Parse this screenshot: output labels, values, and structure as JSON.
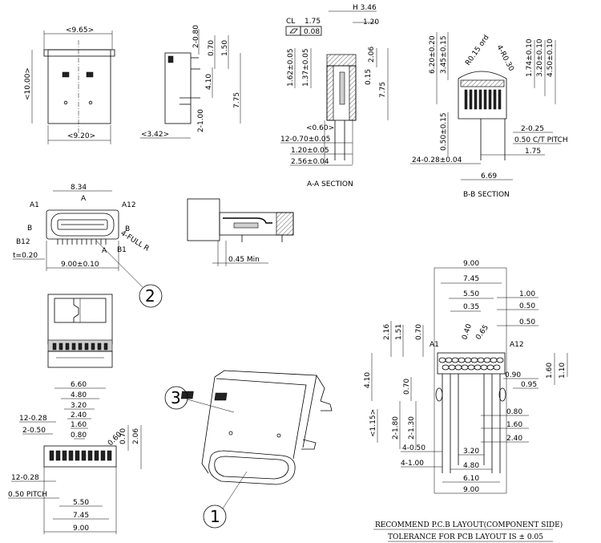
{
  "top_view": {
    "width_top": "<9.65>",
    "height": "<10.00>",
    "width_bottom": "<9.20>"
  },
  "side_view": {
    "d1": "2-0.80",
    "d2": "0.70",
    "d3": "1.50",
    "d4": "4.10",
    "d5": "7.75",
    "d6": "2-1.00",
    "thickness": "<3.42>"
  },
  "section_aa": {
    "h": "H 3.46",
    "cl": "CL",
    "cl_val": "1.75",
    "flatness": "0.08",
    "d120": "1.20",
    "v1": "1.62±0.05",
    "v2": "1.37±0.05",
    "v3": "2.06",
    "v4": "0.15",
    "v5": "7.75",
    "w1": "<0.60>",
    "w2": "12-0.70±0.05",
    "w3": "1.20±0.05",
    "w4": "2.56±0.04",
    "caption": "A-A SECTION"
  },
  "section_bb": {
    "v1": "6.20±0.20",
    "v2": "3.45±0.15",
    "r": "R0.15 ord",
    "r2": "4-R0.30",
    "v3": "1.74±0.10",
    "v4": "3.20±0.10",
    "v5": "4.50±0.10",
    "v6": "0.50±0.15",
    "d1": "2-0.25",
    "pitch": "0.50 C/T PITCH",
    "d2": "1.75",
    "d3": "24-0.28±0.04",
    "d4": "6.69",
    "caption": "B-B SECTION"
  },
  "front_view": {
    "width": "8.34",
    "a_top": "A",
    "a1": "A1",
    "a12": "A12",
    "b_left": "B",
    "b_right": "B",
    "b12": "B12",
    "b1": "B1",
    "a_bottom": "A",
    "full_r": "4-FULL R",
    "t": "t=0.20",
    "w": "9.00±0.10"
  },
  "detail": {
    "min": "0.45 Min"
  },
  "bottom_view": {
    "d1": "6.60",
    "d2": "4.80",
    "d3": "3.20",
    "d4": "2.40",
    "d5": "1.60",
    "d6": "0.80",
    "d7": "12-0.28",
    "d8": "2-0.50",
    "d9": "0.60",
    "d10": "0.70",
    "d11": "2.06",
    "d12": "12-0.28",
    "pitch": "0.50 PITCH",
    "d13": "5.50",
    "d14": "7.45",
    "d15": "9.00"
  },
  "pcb": {
    "w900": "9.00",
    "w745": "7.45",
    "w550": "5.50",
    "w035": "0.35",
    "d040": "0.40",
    "d065": "0.65",
    "r100": "1.00",
    "r050a": "0.50",
    "r050b": "0.50",
    "l216": "2.16",
    "l151": "1.51",
    "l070": "0.70",
    "a1": "A1",
    "a12": "A12",
    "r160": "1.60",
    "r110": "1.10",
    "r090": "0.90",
    "r095": "0.95",
    "l410": "4.10",
    "l070b": "0.70",
    "l115": "<1.15>",
    "l180": "2-1.80",
    "l130": "2-1.30",
    "r080": "0.80",
    "r160b": "1.60",
    "r240": "2.40",
    "l450": "4-0.50",
    "l4100": "4-1.00",
    "b320": "3.20",
    "b480": "4.80",
    "b610": "6.10",
    "b900": "9.00",
    "title": "RECOMMEND P.C.B LAYOUT(COMPONENT SIDE)",
    "tolerance": "TOLERANCE FOR PCB LAYOUT IS ± 0.05"
  },
  "balloons": {
    "b1": "1",
    "b2": "2",
    "b3": "3"
  }
}
